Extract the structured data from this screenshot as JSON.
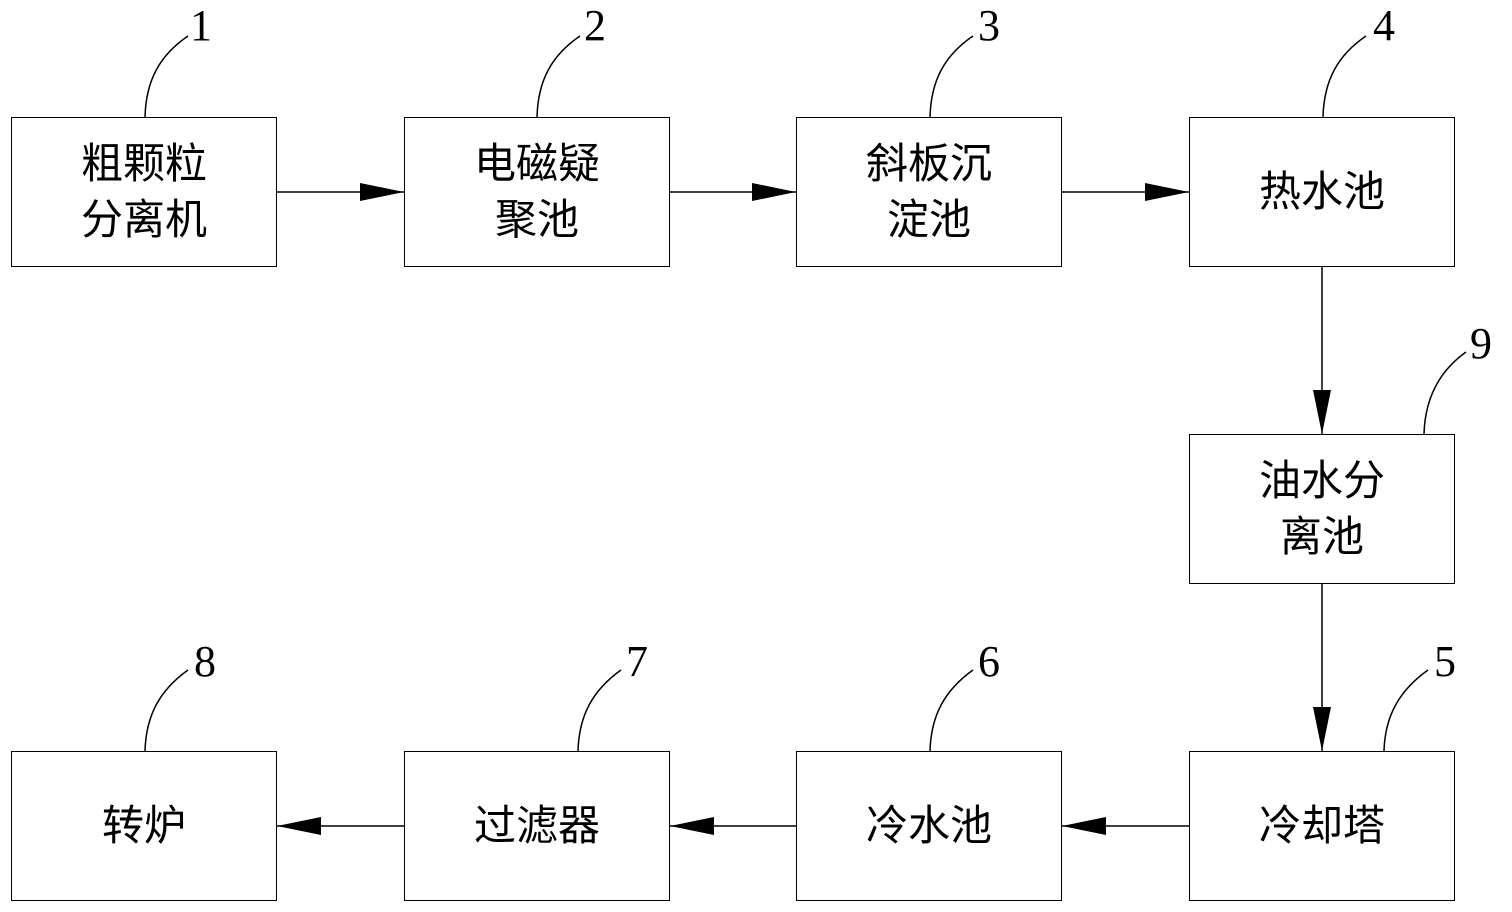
{
  "diagram": {
    "nodes": [
      {
        "id": "1",
        "lines": [
          "粗颗粒",
          "分离机"
        ]
      },
      {
        "id": "2",
        "lines": [
          "电磁疑",
          "聚池"
        ]
      },
      {
        "id": "3",
        "lines": [
          "斜板沉",
          "淀池"
        ]
      },
      {
        "id": "4",
        "lines": [
          "热水池"
        ]
      },
      {
        "id": "9",
        "lines": [
          "油水分",
          "离池"
        ]
      },
      {
        "id": "5",
        "lines": [
          "冷却塔"
        ]
      },
      {
        "id": "6",
        "lines": [
          "冷水池"
        ]
      },
      {
        "id": "7",
        "lines": [
          "过滤器"
        ]
      },
      {
        "id": "8",
        "lines": [
          "转炉"
        ]
      }
    ],
    "edges": [
      {
        "from": "1",
        "to": "2"
      },
      {
        "from": "2",
        "to": "3"
      },
      {
        "from": "3",
        "to": "4"
      },
      {
        "from": "4",
        "to": "9"
      },
      {
        "from": "9",
        "to": "5"
      },
      {
        "from": "5",
        "to": "6"
      },
      {
        "from": "6",
        "to": "7"
      },
      {
        "from": "7",
        "to": "8"
      }
    ]
  }
}
